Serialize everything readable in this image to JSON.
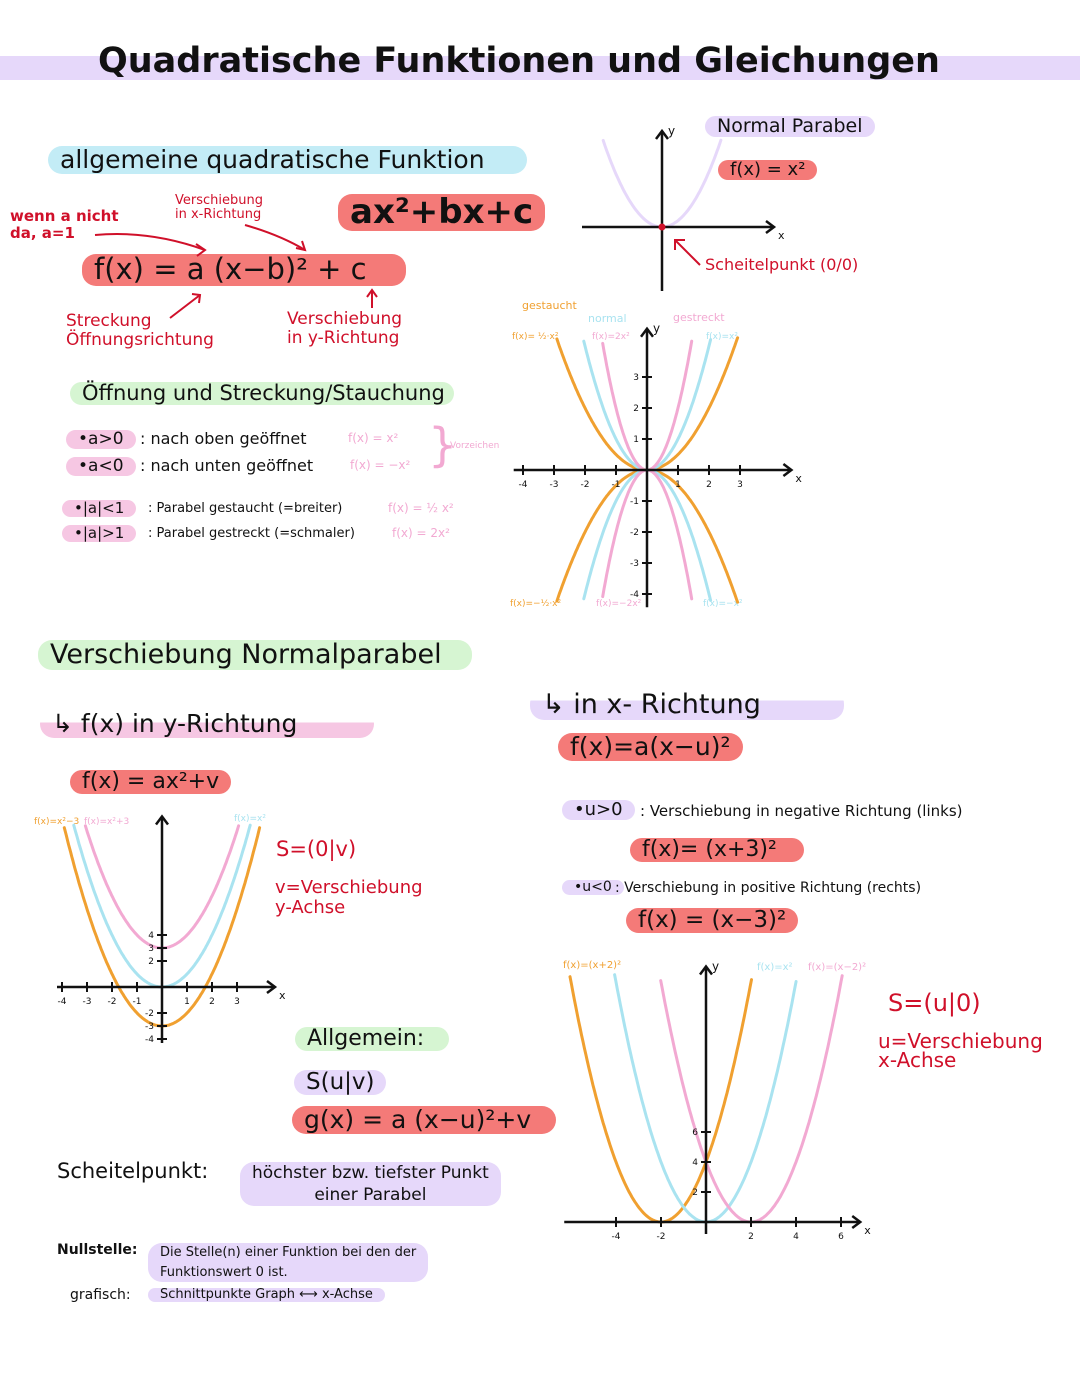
{
  "title": "Quadratische Funktionen und Gleichungen",
  "colors": {
    "red": "#d0102a",
    "redHighlight": "#f47a78",
    "blueHighlight": "#c3ecf6",
    "greenHighlight": "#d6f5d2",
    "lavender": "#e6d8fa",
    "pinkHighlight": "#f6c7e3",
    "orange": "#f0a030",
    "lightBlue": "#a9e3f0",
    "pink": "#f2a9d2"
  },
  "general": {
    "heading": "allgemeine quadratische Funktion",
    "note_a": "wenn a nicht\nda, a=1",
    "note_x_shift": "Verschiebung\nin x-Richtung",
    "standard_form": "ax²+bx+c",
    "vertex_form": "f(x) = a (x−b)² + c",
    "label_a": "Streckung\nÖffnungsrichtung",
    "label_c": "Verschiebung\nin y-Richtung"
  },
  "normal": {
    "heading": "Normal Parabel",
    "formula": "f(x) = x²",
    "vertex_label": "Scheitelpunkt (0/0)",
    "axis_x": "x",
    "axis_y": "y"
  },
  "opening": {
    "heading": "Öffnung und Streckung/Stauchung",
    "rows": [
      {
        "cond": "•a>0",
        "text": ": nach oben geöffnet",
        "example": "f(x) = x²"
      },
      {
        "cond": "•a<0",
        "text": ": nach unten geöffnet",
        "example": "f(x) = −x²"
      },
      {
        "cond": "•|a|<1",
        "text": ": Parabel gestaucht (=breiter)",
        "example": "f(x) = ½ x²"
      },
      {
        "cond": "•|a|>1",
        "text": ": Parabel gestreckt (=schmaler)",
        "example": "f(x) = 2x²"
      }
    ],
    "brace_label": "Vorzeichen"
  },
  "shift": {
    "heading": "Verschiebung Normalparabel",
    "y_heading": "↳ f(x) in y-Richtung",
    "y_formula": "f(x) = ax²+v",
    "y_vertex": "S=(0|v)",
    "y_note": "v=Verschiebung\ny-Achse",
    "x_heading": "↳ in x- Richtung",
    "x_formula": "f(x)=a(x−u)²",
    "u_pos": "•u>0",
    "u_pos_text": ": Verschiebung in negative Richtung (links)",
    "u_pos_example": "f(x)= (x+3)²",
    "u_neg": "•u<0",
    "u_neg_text": ": Verschiebung in positive Richtung (rechts)",
    "u_neg_example": "f(x) = (x−3)²",
    "x_vertex": "S=(u|0)",
    "x_note": "u=Verschiebung\nx-Achse"
  },
  "general_form": {
    "heading": "Allgemein:",
    "vertex": "S(u|v)",
    "formula": "g(x) = a (x−u)²+v"
  },
  "definitions": {
    "scheitel_term": "Scheitelpunkt:",
    "scheitel_def": "höchster bzw. tiefster Punkt\neiner Parabel",
    "null_term": "Nullstelle:",
    "null_def": "Die Stelle(n) einer Funktion bei den der\nFunktionswert 0 ist.",
    "graf_term": "grafisch:",
    "graf_def": "Schnittpunkte Graph ⟷ x-Achse"
  },
  "chart_data": [
    {
      "id": "normal",
      "type": "line",
      "xlabel": "x",
      "ylabel": "y",
      "xlim": [
        -2,
        2.6
      ],
      "ylim": [
        -1.5,
        2.2
      ],
      "xticks": [],
      "yticks": [],
      "series": [
        {
          "name": "f(x)=x²",
          "a": 1,
          "u": 0,
          "v": 0,
          "color": "lavender"
        }
      ],
      "point": [
        0,
        0
      ]
    },
    {
      "id": "stretch",
      "type": "line",
      "xlabel": "x",
      "ylabel": "y",
      "xlim": [
        -4.3,
        4.4
      ],
      "ylim": [
        -4.3,
        4.3
      ],
      "xticks": [
        -4,
        -3,
        -2,
        -1,
        1,
        2,
        3
      ],
      "yticks": [
        -4,
        -3,
        -2,
        -1,
        1,
        2,
        3
      ],
      "annotations": [
        "gestaucht",
        "normal",
        "gestreckt"
      ],
      "series": [
        {
          "name": "f(x)= ½·x²",
          "a": 0.5,
          "u": 0,
          "v": 0,
          "color": "orange"
        },
        {
          "name": "f(x)=x²",
          "a": 1,
          "u": 0,
          "v": 0,
          "color": "lightBlue"
        },
        {
          "name": "f(x)=2x²",
          "a": 2,
          "u": 0,
          "v": 0,
          "color": "pink"
        },
        {
          "name": "f(x)=−½·x²",
          "a": -0.5,
          "u": 0,
          "v": 0,
          "color": "orange"
        },
        {
          "name": "f(x)=−x²",
          "a": -1,
          "u": 0,
          "v": 0,
          "color": "lightBlue"
        },
        {
          "name": "f(x)=−2x²",
          "a": -2,
          "u": 0,
          "v": 0,
          "color": "pink"
        }
      ]
    },
    {
      "id": "yshift",
      "type": "line",
      "xlabel": "x",
      "ylabel": "",
      "xlim": [
        -4.2,
        4.2
      ],
      "ylim": [
        -4,
        12.5
      ],
      "xticks": [
        -4,
        -3,
        -2,
        -1,
        1,
        2,
        3
      ],
      "yticks": [
        -4,
        -3,
        -2,
        2,
        3,
        4
      ],
      "series": [
        {
          "name": "f(x)=x²−3",
          "a": 1,
          "u": 0,
          "v": -3,
          "color": "orange"
        },
        {
          "name": "f(x)=x²+3",
          "a": 1,
          "u": 0,
          "v": 3,
          "color": "pink"
        },
        {
          "name": "f(x)=x²",
          "a": 1,
          "u": 0,
          "v": 0,
          "color": "lightBlue"
        }
      ]
    },
    {
      "id": "xshift",
      "type": "line",
      "xlabel": "x",
      "ylabel": "y",
      "xlim": [
        -6.3,
        6.5
      ],
      "ylim": [
        0,
        16.5
      ],
      "xticks": [
        -4,
        -2,
        2,
        4,
        6
      ],
      "yticks": [
        2,
        4,
        6
      ],
      "series": [
        {
          "name": "f(x)=(x+2)²",
          "a": 1,
          "u": -2,
          "v": 0,
          "color": "orange"
        },
        {
          "name": "f(x)=x²",
          "a": 1,
          "u": 0,
          "v": 0,
          "color": "lightBlue"
        },
        {
          "name": "f(x)=(x−2)²",
          "a": 1,
          "u": 2,
          "v": 0,
          "color": "pink"
        }
      ]
    }
  ]
}
